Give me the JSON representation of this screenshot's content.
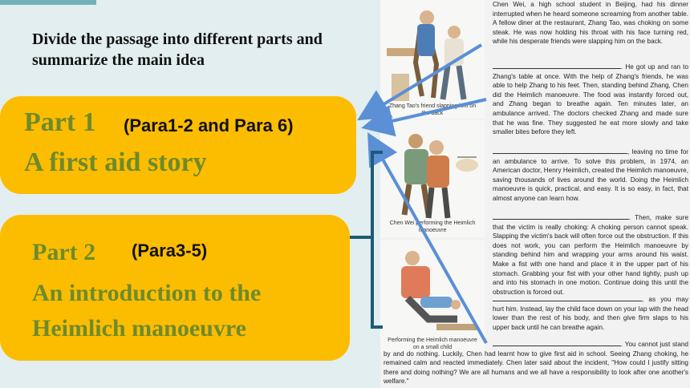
{
  "instruction": "Divide the passage into different parts and summarize the main idea",
  "part1": {
    "label": "Part 1",
    "paras": "(Para1-2 and Para 6)",
    "main_idea": "A first aid story"
  },
  "part2": {
    "label": "Part 2",
    "paras": "(Para3-5)",
    "main_idea": "An introduction to the Heimlich manoeuvre"
  },
  "passage": {
    "captions": [
      "Zhang Tao's friend slapping him on the back",
      "Chen Wei performing the Heimlich manoeuvre",
      "Performing the Heimlich manoeuvre on a small child"
    ],
    "para1": "Chen Wei, a high school student in Beijing, had his dinner interrupted when he heard someone screaming from another table. A fellow diner at the restaurant, Zhang Tao, was choking on some steak. He was now holding his throat with his face turning red, while his desperate friends were slapping him on the back.",
    "para2": ". He got up and ran to Zhang's table at once. With the help of Zhang's friends, he was able to help Zhang to his feet. Then, standing behind Zhang, Chen did the Heimlich manoeuvre. The food was instantly forced out, and Zhang began to breathe again. Ten minutes later, an ambulance arrived. The doctors checked Zhang and made sure that he was fine. They suggested he eat more slowly and take smaller bites before they left.",
    "para3": ", leaving no time for an ambulance to arrive. To solve this problem, in 1974, an American doctor, Henry Heimlich, created the Heimlich manoeuvre, saving thousands of lives around the world. Doing the Heimlich manoeuvre is quick, practical, and easy. It is so easy, in fact, that almost anyone can learn how.",
    "para4": ". Then, make sure that the victim is really choking: A choking person cannot speak. Slapping the victim's back will often force out the obstruction. If this does not work, you can perform the Heimlich manoeuvre by standing behind him and wrapping your arms around his waist. Make a fist with one hand and place it in the upper part of his stomach. Grabbing your fist with your other hand tightly, push up and into his stomach in one motion. Continue doing this until the obstruction is forced out.",
    "para5": ", as you may hurt him. Instead, lay the child face down on your lap with the head lower than the rest of his body, and then give firm slaps to his upper back until he can breathe again.",
    "para6": ". You cannot just stand by and do nothing. Luckily, Chen had learnt how to give first aid in school. Seeing Zhang choking, he remained calm and reacted immediately. Chen later said about the incident, \"How could I justify sitting there and doing nothing? We are all humans and we all have a responsibility to look after one another's welfare.\""
  },
  "colors": {
    "background": "#e2eef0",
    "box": "#fcbd00",
    "part_text": "#6e8a2c",
    "arrow": "#5b8fd6",
    "bracket": "#1f5a78"
  }
}
